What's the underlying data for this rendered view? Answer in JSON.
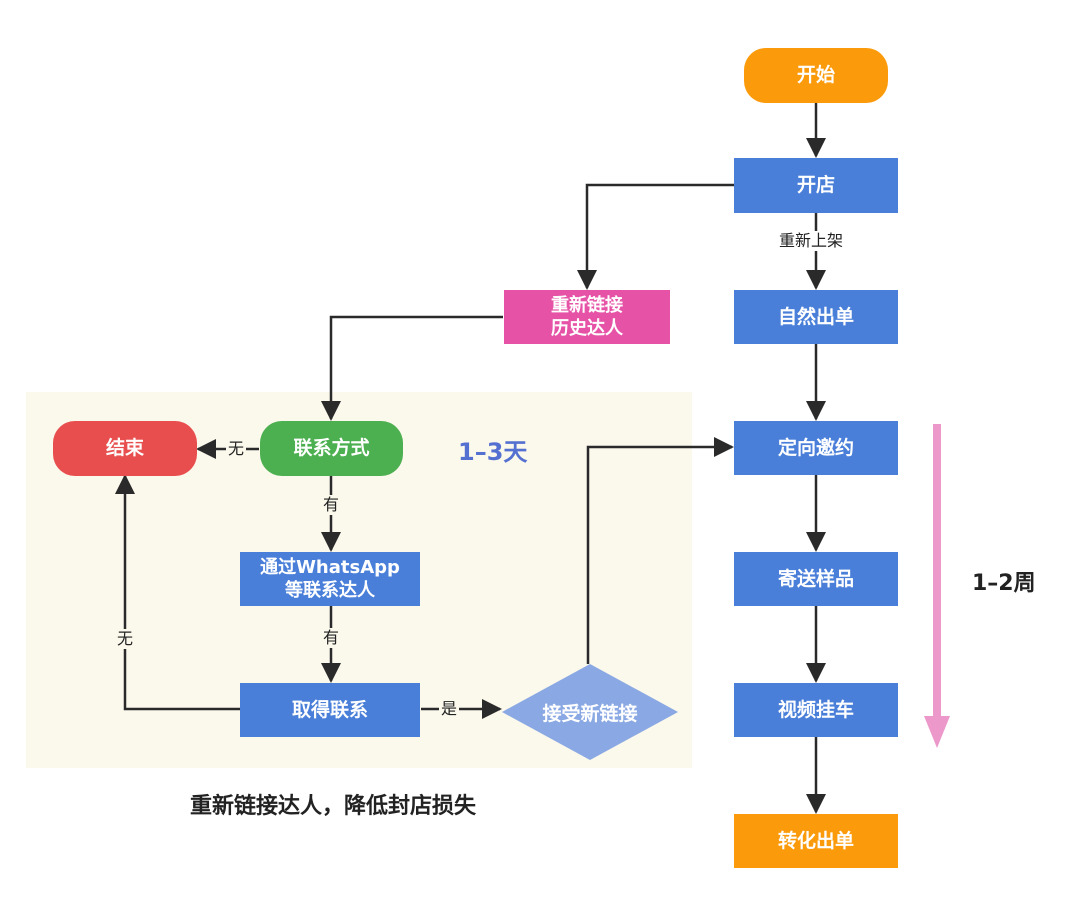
{
  "nodes": {
    "start": "开始",
    "open_store": "开店",
    "natural_orders": "自然出单",
    "relink_history": [
      "重新链接",
      "历史达人"
    ],
    "targeted_invite": "定向邀约",
    "send_samples": "寄送样品",
    "video_link": "视频挂车",
    "convert_orders": "转化出单",
    "contact_method": "联系方式",
    "end": "结束",
    "contact_via_whatsapp": [
      "通过WhatsApp",
      "等联系达人"
    ],
    "got_contact": "取得联系",
    "accept_new_link": "接受新链接"
  },
  "edge_labels": {
    "relist": "重新上架",
    "none_1": "无",
    "has_1": "有",
    "has_2": "有",
    "none_2": "无",
    "yes": "是"
  },
  "annotations": {
    "duration_days": "1–3天",
    "duration_weeks": "1–2周",
    "caption": "重新链接达人，降低封店损失"
  },
  "colors": {
    "process": "#4a7fd9",
    "terminal": "#fb9a0a",
    "relink": "#e653a6",
    "decision_green": "#4caf50",
    "end_red": "#e84e4e",
    "diamond": "#8aa8e3",
    "timeline_arrow": "#ec98cb",
    "panel_bg": "#fbf8ec"
  }
}
